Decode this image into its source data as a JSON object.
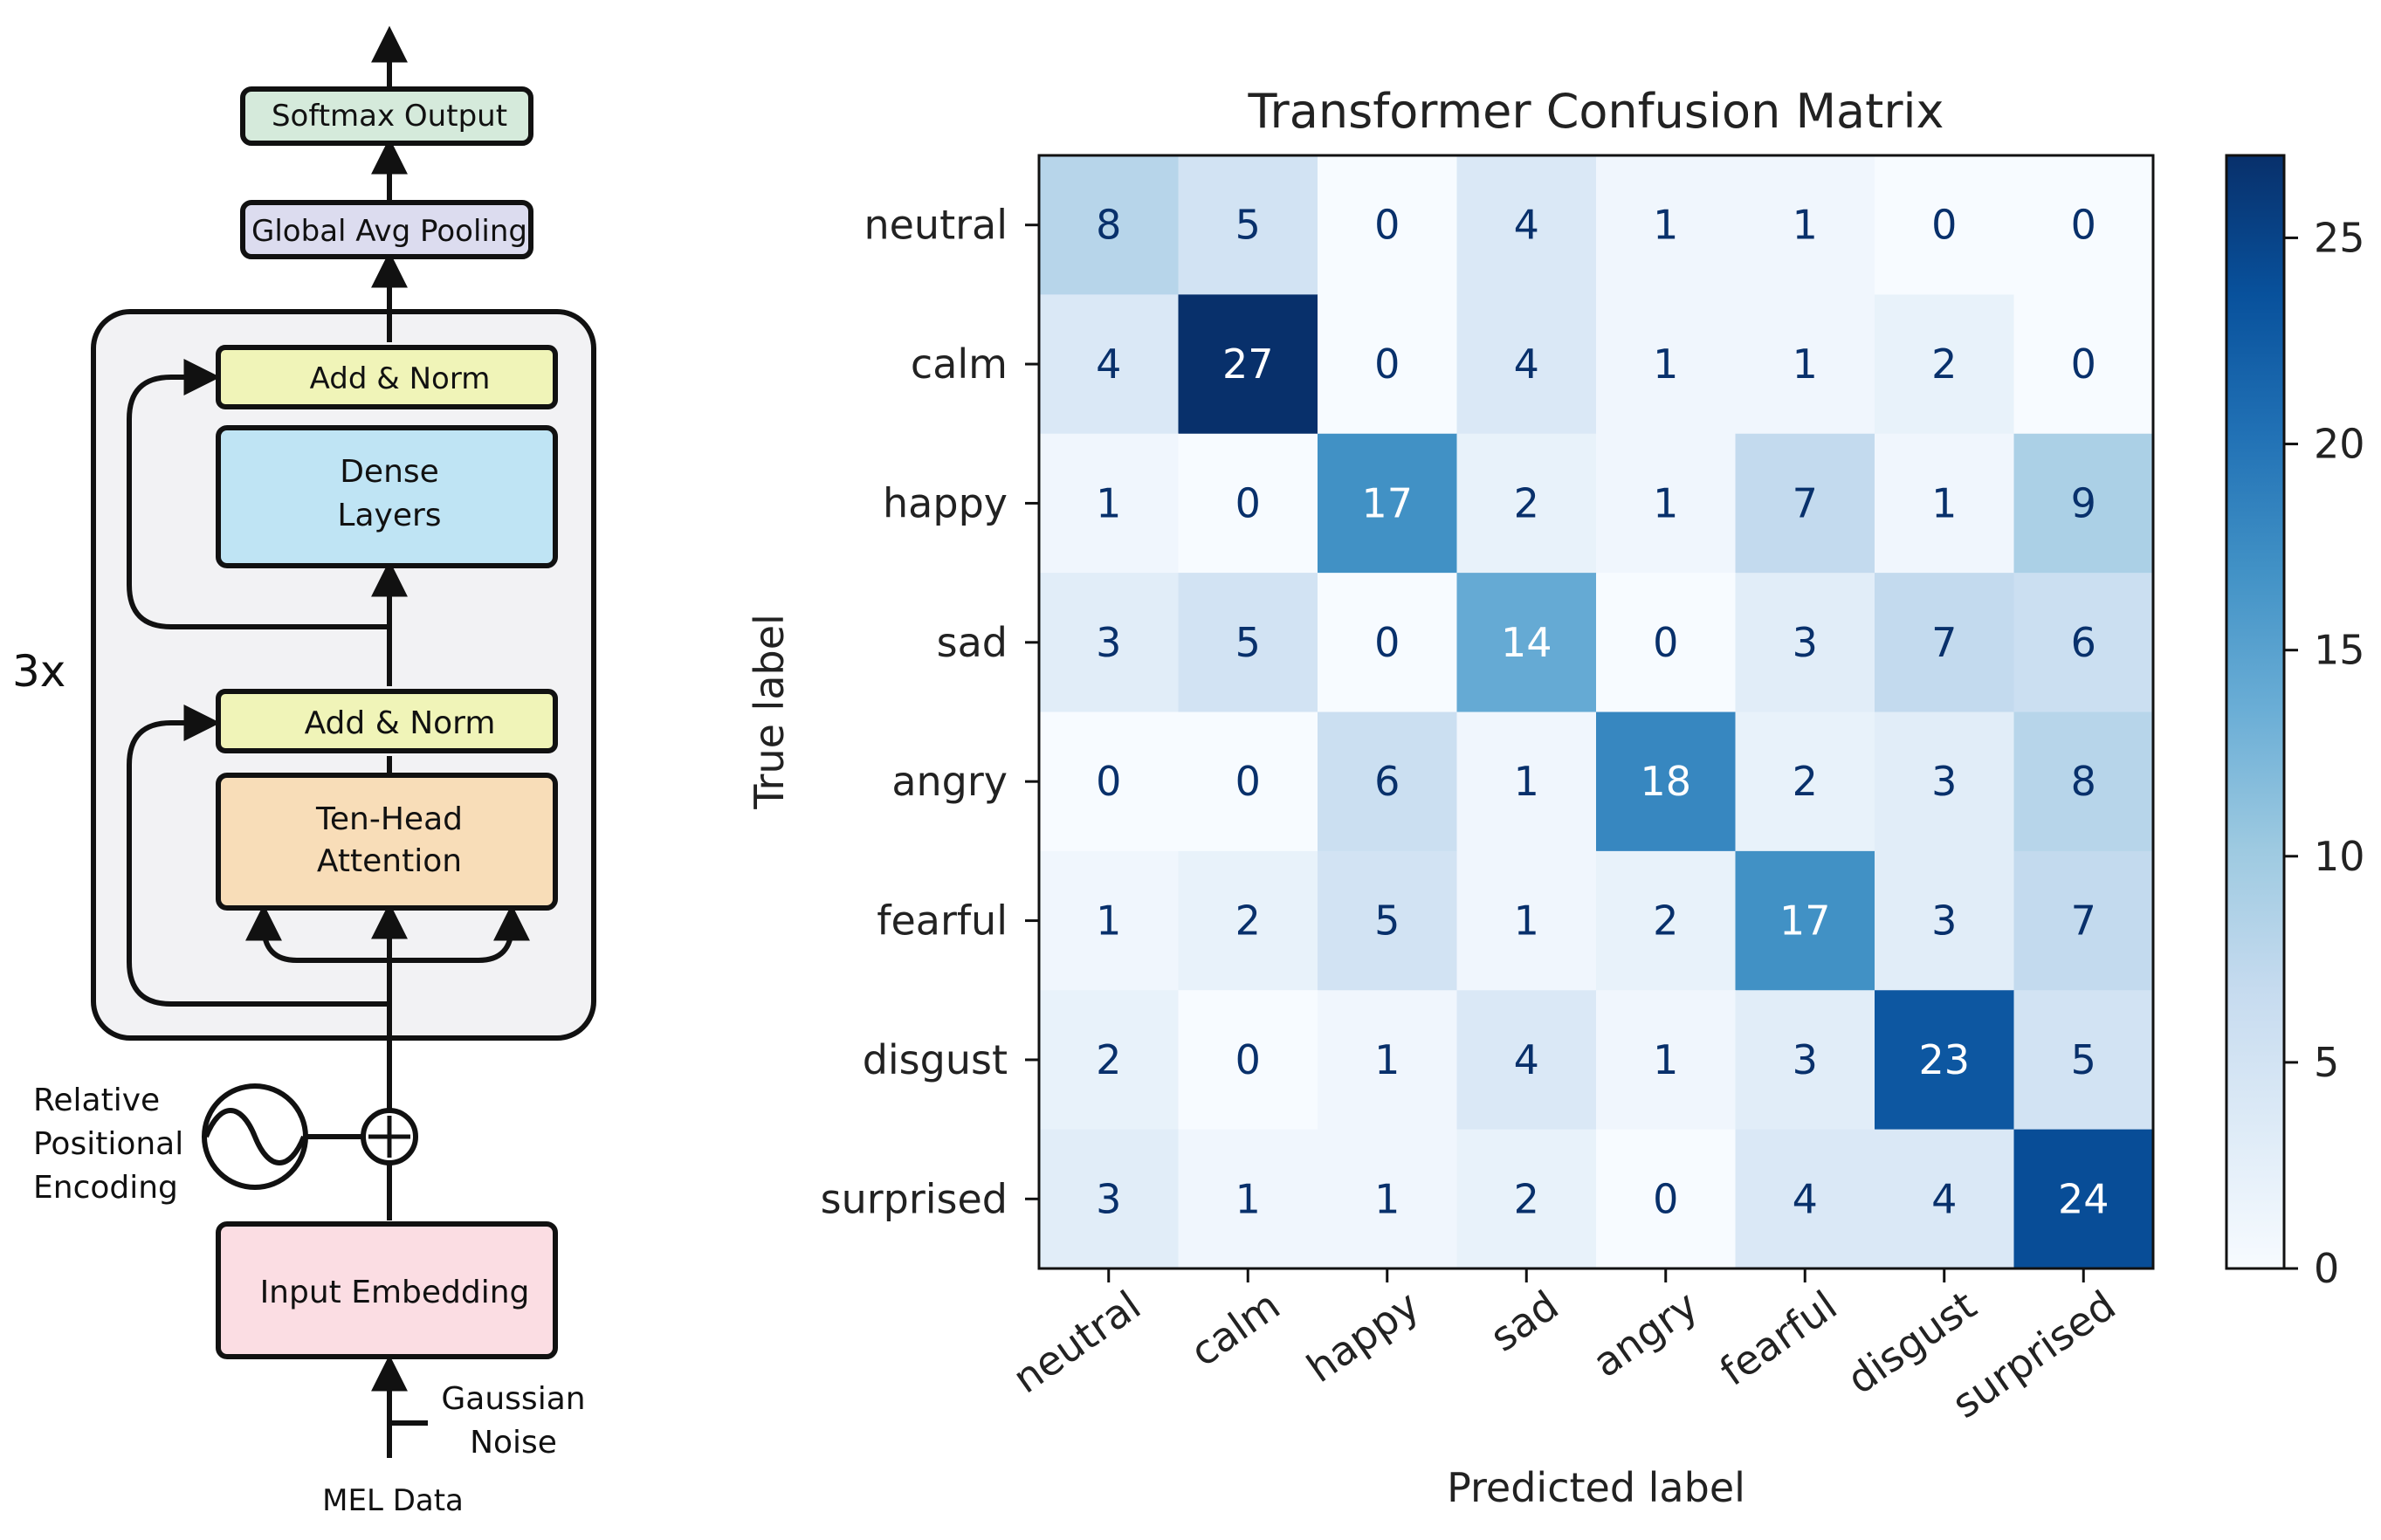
{
  "architecture": {
    "repeat_label": "3x",
    "blocks": {
      "softmax": "Softmax Output",
      "pooling": "Global Avg Pooling",
      "add_norm_top": "Add & Norm",
      "dense_line1": "Dense",
      "dense_line2": "Layers",
      "add_norm_bottom": "Add & Norm",
      "attention_line1": "Ten-Head",
      "attention_line2": "Attention",
      "input_embedding": "Input Embedding"
    },
    "positional_encoding": [
      "Relative",
      "Positional",
      "Encoding"
    ],
    "noise": [
      "Gaussian",
      "Noise"
    ],
    "input": "MEL Data",
    "colors": {
      "softmax": "#d5eadb",
      "pooling": "#dcdcef",
      "add_norm": "#f0f4b8",
      "dense": "#bfe4f4",
      "attention": "#f8ddb8",
      "input_embedding": "#fbdde3",
      "repeat_block": "#f2f2f4"
    }
  },
  "chart_data": {
    "type": "heatmap",
    "title": "Transformer Confusion Matrix",
    "xlabel": "Predicted label",
    "ylabel": "True label",
    "labels": [
      "neutral",
      "calm",
      "happy",
      "sad",
      "angry",
      "fearful",
      "disgust",
      "surprised"
    ],
    "matrix": [
      [
        8,
        5,
        0,
        4,
        1,
        1,
        0,
        0
      ],
      [
        4,
        27,
        0,
        4,
        1,
        1,
        2,
        0
      ],
      [
        1,
        0,
        17,
        2,
        1,
        7,
        1,
        9
      ],
      [
        3,
        5,
        0,
        14,
        0,
        3,
        7,
        6
      ],
      [
        0,
        0,
        6,
        1,
        18,
        2,
        3,
        8
      ],
      [
        1,
        2,
        5,
        1,
        2,
        17,
        3,
        7
      ],
      [
        2,
        0,
        1,
        4,
        1,
        3,
        23,
        5
      ],
      [
        3,
        1,
        1,
        2,
        0,
        4,
        4,
        24
      ]
    ],
    "colorbar": {
      "min": 0,
      "max": 27,
      "ticks": [
        0,
        5,
        10,
        15,
        20,
        25
      ]
    },
    "colormap": "Blues"
  }
}
